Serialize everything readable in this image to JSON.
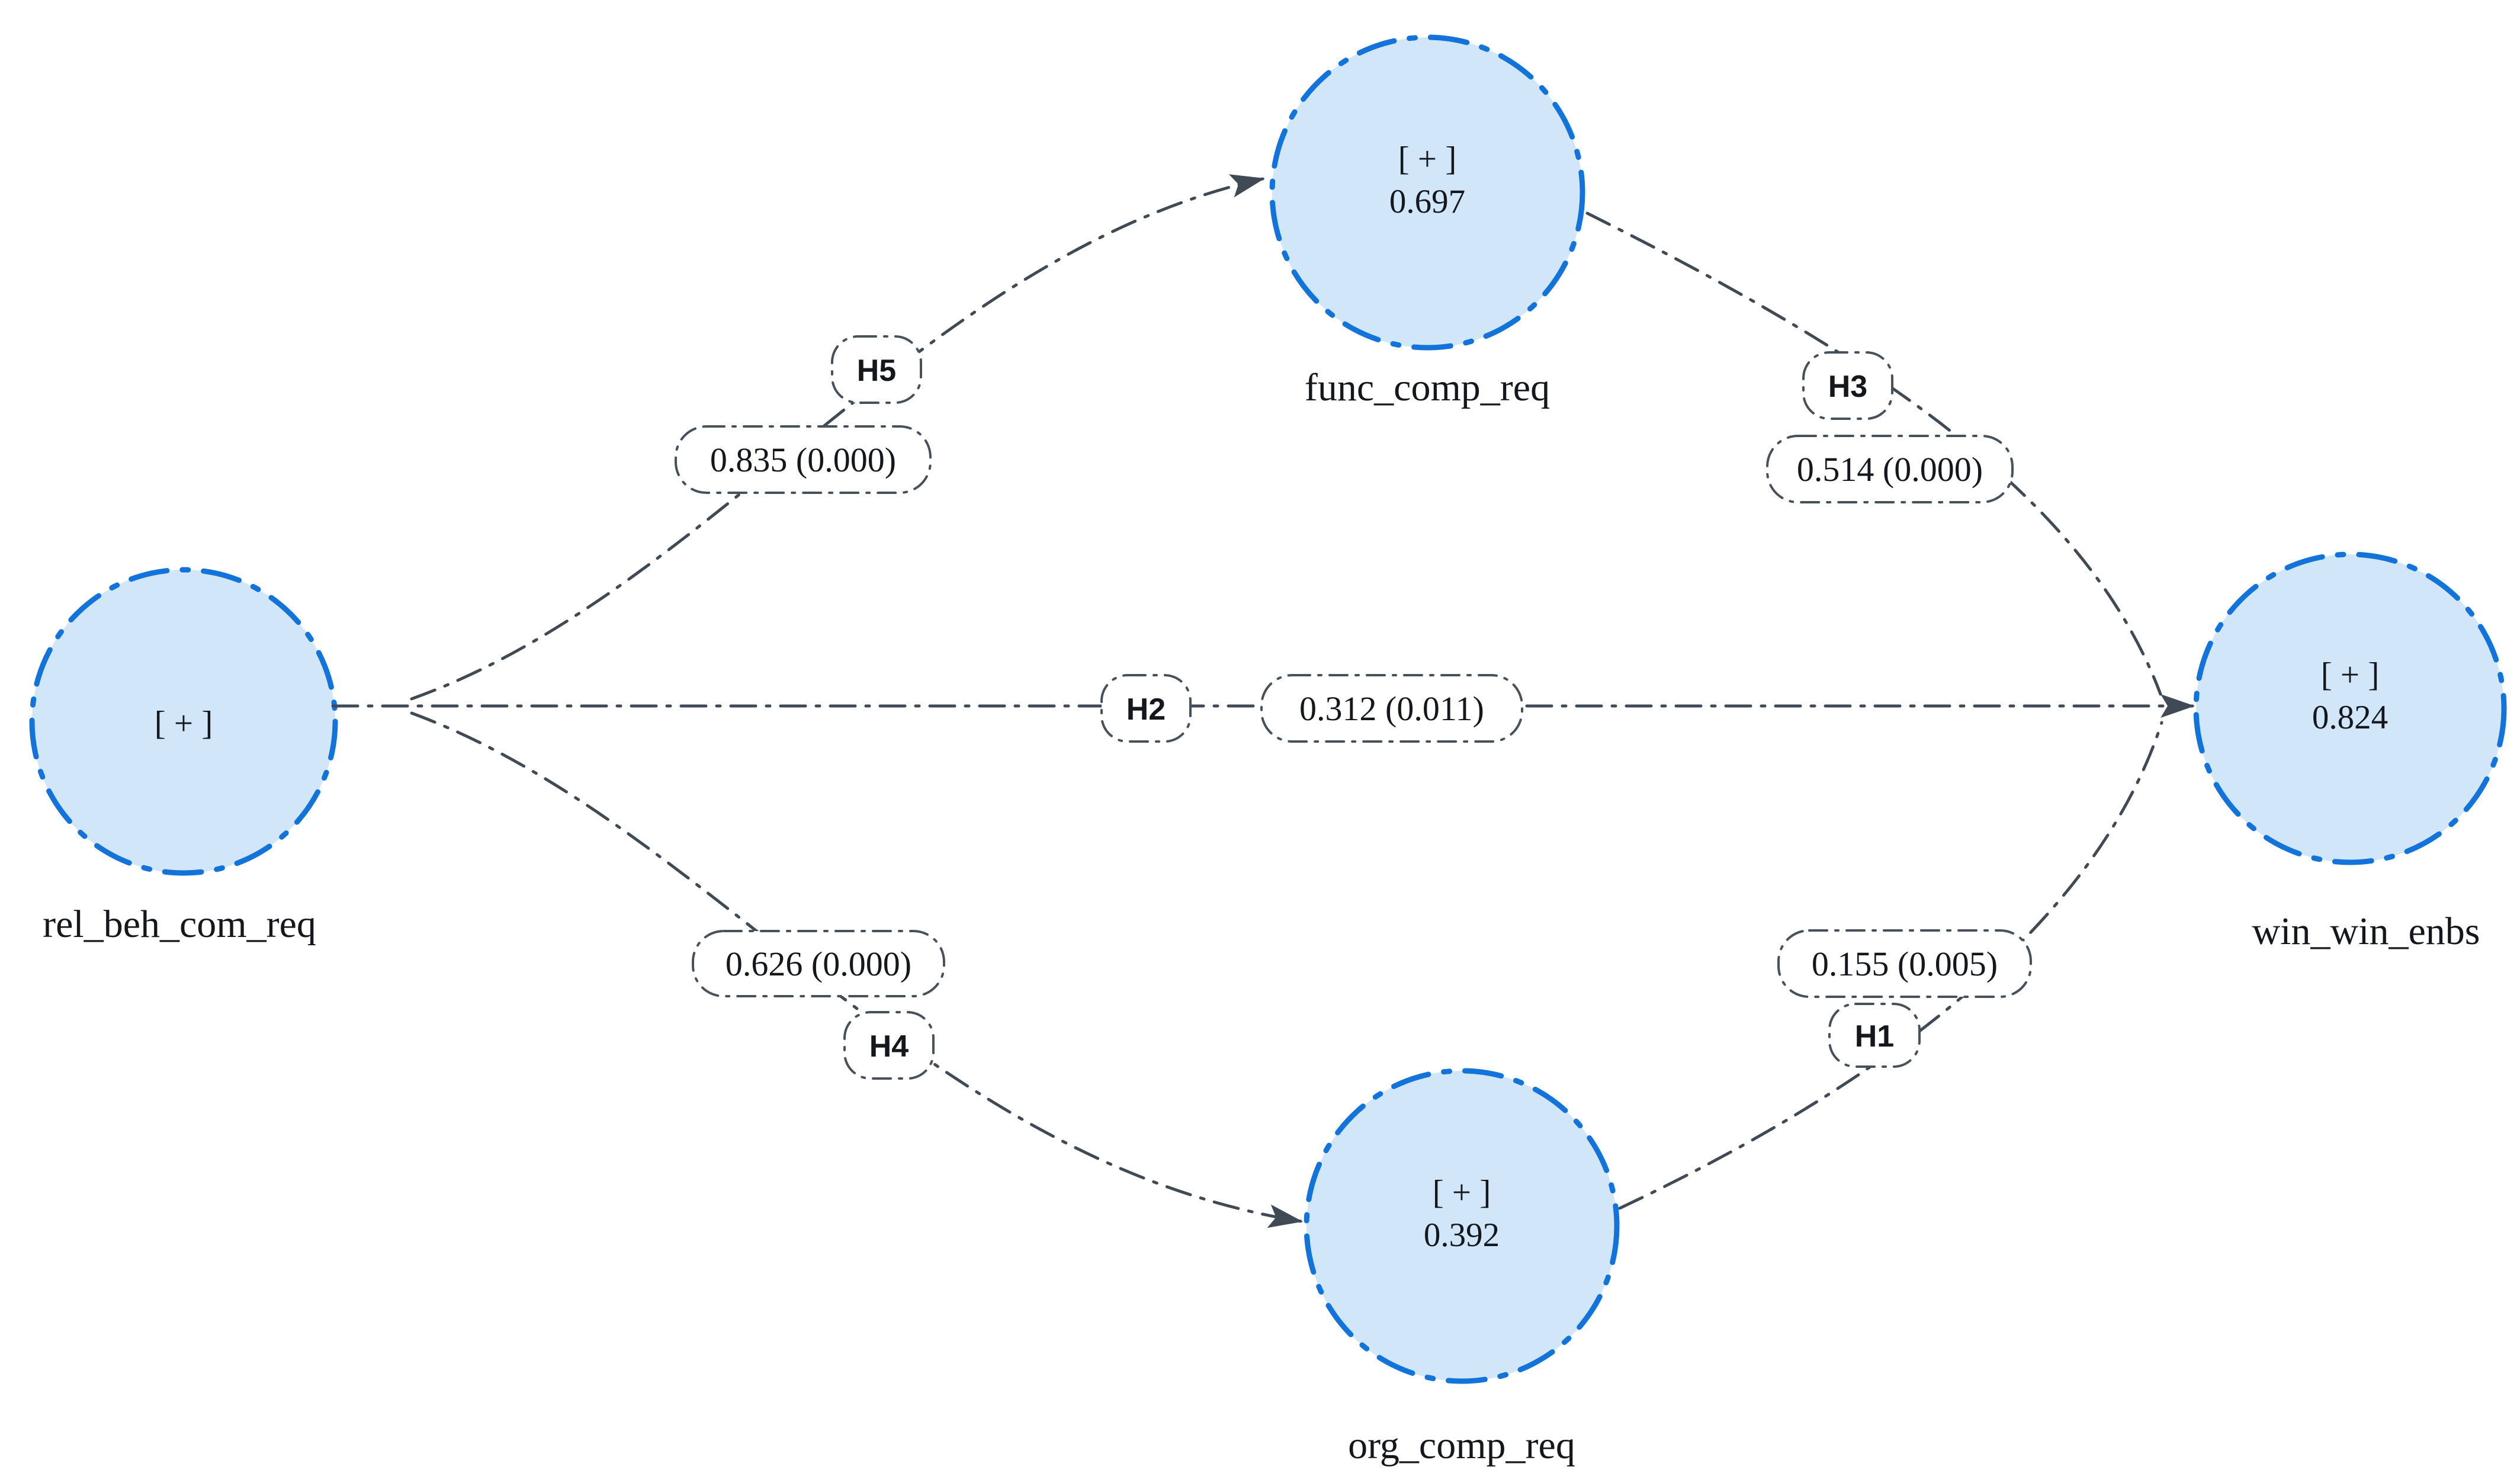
{
  "diagram": {
    "kind": "pls-sem-path-model",
    "nodes": [
      {
        "id": "rel_beh_com_req",
        "label": "rel_beh_com_req",
        "expand_symbol": "[ + ]",
        "value": ""
      },
      {
        "id": "func_comp_req",
        "label": "func_comp_req",
        "expand_symbol": "[ + ]",
        "value": "0.697"
      },
      {
        "id": "org_comp_req",
        "label": "org_comp_req",
        "expand_symbol": "[ + ]",
        "value": "0.392"
      },
      {
        "id": "win_win_enbs",
        "label": "win_win_enbs",
        "expand_symbol": "[ + ]",
        "value": "0.824"
      }
    ],
    "edges": [
      {
        "hypothesis": "H5",
        "from": "rel_beh_com_req",
        "to": "func_comp_req",
        "label": "0.835 (0.000)"
      },
      {
        "hypothesis": "H3",
        "from": "func_comp_req",
        "to": "win_win_enbs",
        "label": "0.514 (0.000)"
      },
      {
        "hypothesis": "H2",
        "from": "rel_beh_com_req",
        "to": "win_win_enbs",
        "label": "0.312 (0.011)"
      },
      {
        "hypothesis": "H4",
        "from": "rel_beh_com_req",
        "to": "org_comp_req",
        "label": "0.626 (0.000)"
      },
      {
        "hypothesis": "H1",
        "from": "org_comp_req",
        "to": "win_win_enbs",
        "label": "0.155 (0.005)"
      }
    ],
    "colors": {
      "background": "#ffffff",
      "node_fill": "#d2e6fa",
      "node_border": "#1273db",
      "edge": "#3f4a55",
      "text": "#14181d"
    }
  }
}
